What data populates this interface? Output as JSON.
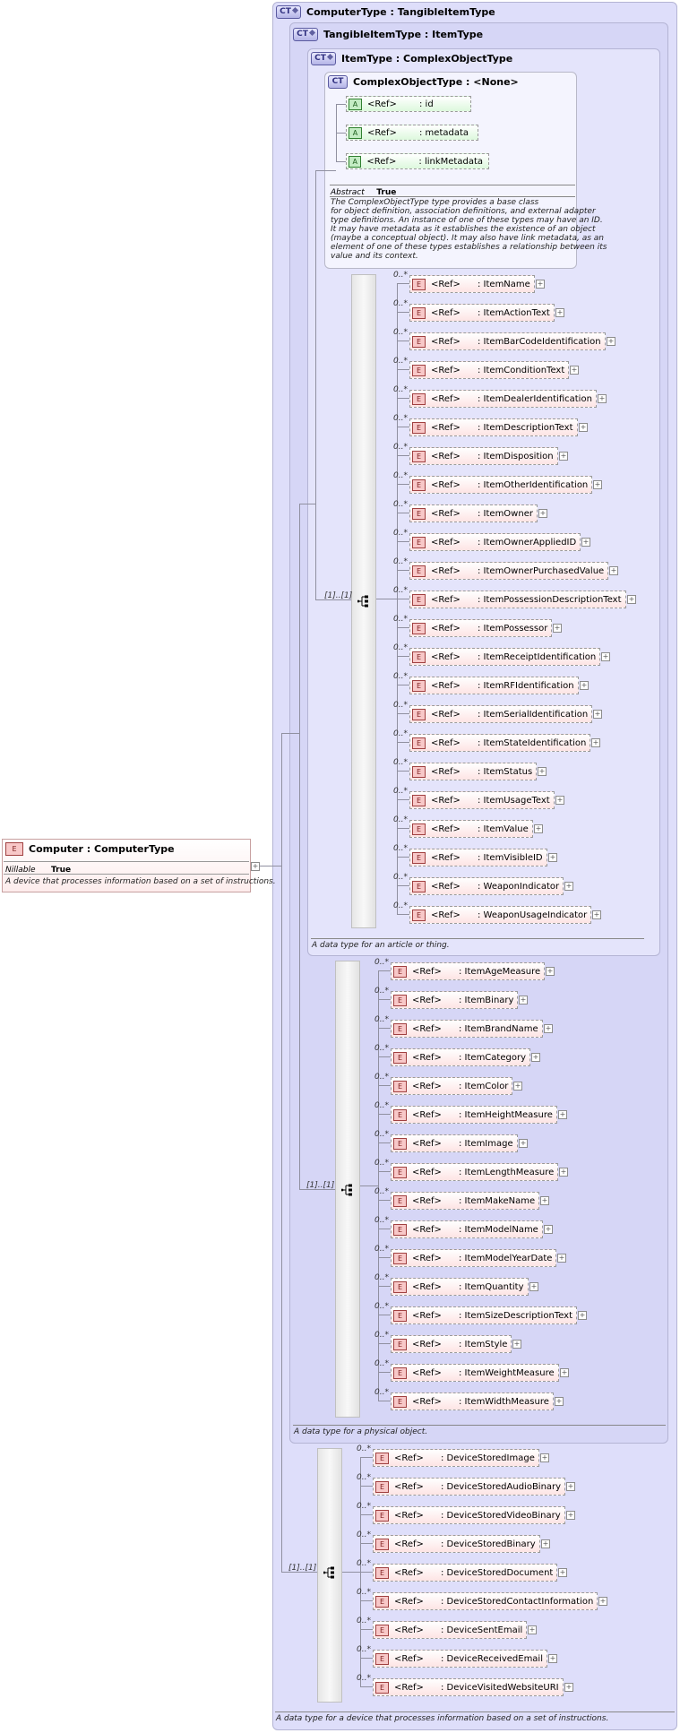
{
  "root": {
    "tag": "E",
    "title": "Computer : ComputerType",
    "prop_key": "Nillable",
    "prop_val": "True",
    "description": "A device that processes information based on a set of instructions."
  },
  "computer_type": {
    "tag": "CT",
    "title": "ComputerType : TangibleItemType",
    "description": "A data type for a device that processes information based on a set of instructions."
  },
  "tangible_type": {
    "tag": "CT",
    "title": "TangibleItemType : ItemType",
    "description": "A data type for a physical object."
  },
  "item_type": {
    "tag": "CT",
    "title": "ItemType : ComplexObjectType",
    "description": "A data type for an article or thing."
  },
  "complex_type": {
    "tag": "CT",
    "title": "ComplexObjectType : <None>",
    "attributes": [
      {
        "tag": "A",
        "ref": "<Ref>",
        "name": ": id"
      },
      {
        "tag": "A",
        "ref": "<Ref>",
        "name": ": metadata"
      },
      {
        "tag": "A",
        "ref": "<Ref>",
        "name": ": linkMetadata"
      }
    ],
    "prop_key": "Abstract",
    "prop_val": "True",
    "description_lines": [
      "The ComplexObjectType type provides a base class",
      "for object definition, association definitions, and external adapter",
      "type definitions. An instance of one of these types may have an ID.",
      "It may have metadata as it establishes the existence of an object",
      "(maybe a conceptual object). It may also have link metadata, as an",
      "element of one of these types establishes a relationship between its",
      "value and its context."
    ]
  },
  "sequence_cardinality": "[1]..[1]",
  "occurrence": "0..*",
  "element_tag": "E",
  "ref_label": "<Ref>",
  "item_elements": [
    ": ItemName",
    ": ItemActionText",
    ": ItemBarCodeIdentification",
    ": ItemConditionText",
    ": ItemDealerIdentification",
    ": ItemDescriptionText",
    ": ItemDisposition",
    ": ItemOtherIdentification",
    ": ItemOwner",
    ": ItemOwnerAppliedID",
    ": ItemOwnerPurchasedValue",
    ": ItemPossessionDescriptionText",
    ": ItemPossessor",
    ": ItemReceiptIdentification",
    ": ItemRFIdentification",
    ": ItemSerialIdentification",
    ": ItemStateIdentification",
    ": ItemStatus",
    ": ItemUsageText",
    ": ItemValue",
    ": ItemVisibleID",
    ": WeaponIndicator",
    ": WeaponUsageIndicator"
  ],
  "tangible_elements": [
    ": ItemAgeMeasure",
    ": ItemBinary",
    ": ItemBrandName",
    ": ItemCategory",
    ": ItemColor",
    ": ItemHeightMeasure",
    ": ItemImage",
    ": ItemLengthMeasure",
    ": ItemMakeName",
    ": ItemModelName",
    ": ItemModelYearDate",
    ": ItemQuantity",
    ": ItemSizeDescriptionText",
    ": ItemStyle",
    ": ItemWeightMeasure",
    ": ItemWidthMeasure"
  ],
  "computer_elements": [
    ": DeviceStoredImage",
    ": DeviceStoredAudioBinary",
    ": DeviceStoredVideoBinary",
    ": DeviceStoredBinary",
    ": DeviceStoredDocument",
    ": DeviceStoredContactInformation",
    ": DeviceSentEmail",
    ": DeviceReceivedEmail",
    ": DeviceVisitedWebsiteURI"
  ],
  "colors": {
    "ct_fill": "#dedefa",
    "element_fill": "#fde4e4",
    "attribute_fill": "#dcf8dc",
    "line": "#9090a0"
  }
}
